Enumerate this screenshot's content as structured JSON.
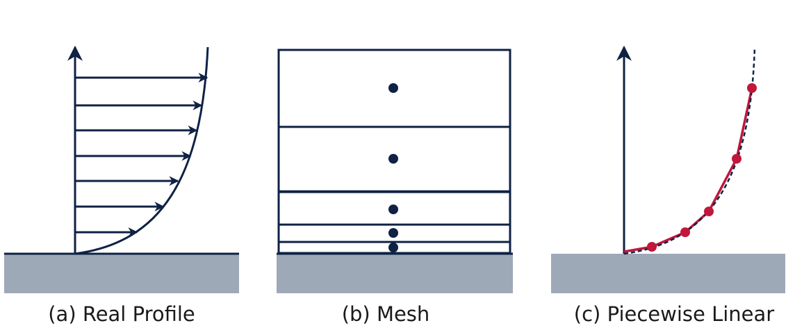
{
  "colors": {
    "ink": "#0f2244",
    "wall": "#9ea9b8",
    "fit": "#c0173a"
  },
  "panels": [
    {
      "id": "a",
      "caption": "(a) Real Profile"
    },
    {
      "id": "b",
      "caption": "(b) Mesh"
    },
    {
      "id": "c",
      "caption": "(c) Piecewise Linear"
    }
  ],
  "mesh": {
    "cell_count": 5,
    "cell_centroids": 5
  },
  "profile": {
    "velocity_arrows": 7,
    "fit_points": 5
  }
}
